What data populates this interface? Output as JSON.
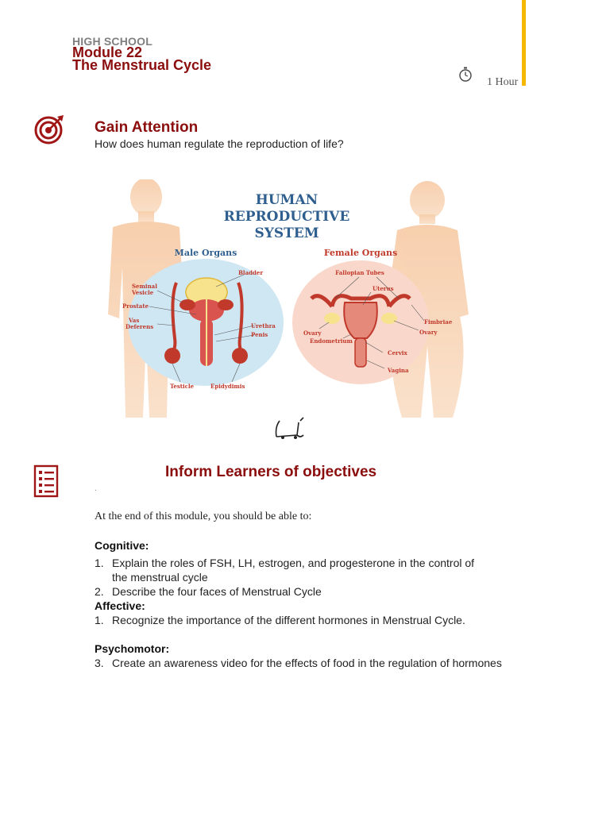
{
  "header": {
    "school": "HIGH SCHOOL",
    "module": "Module 22",
    "title": "The Menstrual Cycle",
    "duration": "1 Hour",
    "accent_color": "#f5b800",
    "title_color": "#8b0d0d"
  },
  "gain_attention": {
    "icon": "target-icon",
    "title": "Gain Attention",
    "question": "How does human regulate the reproduction of life?"
  },
  "illustration": {
    "title_line1": "HUMAN",
    "title_line2": "REPRODUCTIVE",
    "title_line3": "SYSTEM",
    "male_heading": "Male Organs",
    "female_heading": "Female Organs",
    "male_labels": {
      "bladder": "Bladder",
      "seminal_vesicle_1": "Seminal",
      "seminal_vesicle_2": "Vesicle",
      "prostate": "Prostate",
      "vas_deferens_1": "Vas",
      "vas_deferens_2": "Deferens",
      "urethra": "Urethra",
      "penis": "Penis",
      "testicle": "Testicle",
      "epidydimis": "Epidydimis"
    },
    "female_labels": {
      "fallopian_tubes": "Fallopian Tubes",
      "uterus": "Uterus",
      "fimbriae": "Fimbriae",
      "ovary_left": "Ovary",
      "ovary_right": "Ovary",
      "endometrium": "Endometrium",
      "cervix": "Cervix",
      "vagina": "Vagina"
    }
  },
  "objectives": {
    "icon": "checklist-icon",
    "title": "Inform Learners of objectives",
    "dot": ".",
    "intro": "At the end of this module, you should be able to:",
    "cognitive_label": "Cognitive:",
    "cognitive": [
      {
        "num": "1.",
        "text_line1": "Explain the roles of FSH, LH, estrogen, and progesterone in the control of",
        "text_line2": "the menstrual cycle"
      },
      {
        "num": "2.",
        "text": "Describe the four faces of Menstrual Cycle"
      }
    ],
    "affective_label": "Affective:",
    "affective": [
      {
        "num": "1.",
        "text": "Recognize the importance of the different hormones in Menstrual Cycle."
      }
    ],
    "psychomotor_label": "Psychomotor:",
    "psychomotor": [
      {
        "num": "3.",
        "text": "Create an awareness video for the effects of food in the regulation of hormones"
      }
    ]
  }
}
